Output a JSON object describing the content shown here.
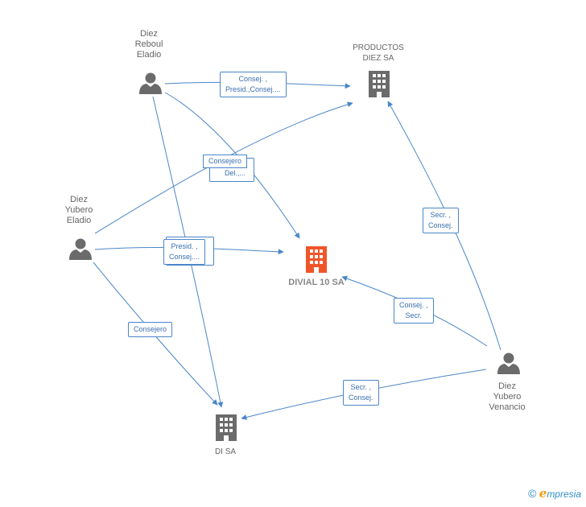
{
  "nodes": {
    "diez_reboul": {
      "name_lines": [
        "Diez",
        "Reboul",
        "Eladio"
      ]
    },
    "diez_yubero_eladio": {
      "name_lines": [
        "Diez",
        "Yubero",
        "Eladio"
      ]
    },
    "diez_yubero_venancio": {
      "name_lines": [
        "Diez",
        "Yubero",
        "Venancio"
      ]
    },
    "productos": {
      "name_lines": [
        "PRODUCTOS",
        "DIEZ SA"
      ]
    },
    "divial": {
      "name_lines": [
        "DIVIAL 10 SA"
      ]
    },
    "disa": {
      "name_lines": [
        "DI SA"
      ]
    }
  },
  "edges": {
    "reboul_productos": {
      "lines": [
        "Consej. ,",
        "Presid.,Consej...."
      ]
    },
    "consejero_del": {
      "lines": [
        "Consejero",
        "Del.,..."
      ]
    },
    "presid_consej": {
      "lines": [
        "Presid. ,",
        "Consej...."
      ]
    },
    "eladio_disa": {
      "lines": [
        "Consejero"
      ]
    },
    "venancio_productos": {
      "lines": [
        "Secr. ,",
        "Consej."
      ]
    },
    "venancio_divial": {
      "lines": [
        "Consej. ,",
        "Secr."
      ]
    },
    "venancio_disa": {
      "lines": [
        "Secr. ,",
        "Consej."
      ]
    }
  },
  "colors": {
    "edge": "#4a86c8",
    "person": "#6b6b6b",
    "company": "#6b6b6b",
    "main_company": "#f0552a"
  },
  "icons": {
    "person": "person-icon",
    "company": "building-icon"
  },
  "footer": {
    "copyright": "©",
    "brand_e": "e",
    "brand_rest": "mpresia"
  }
}
